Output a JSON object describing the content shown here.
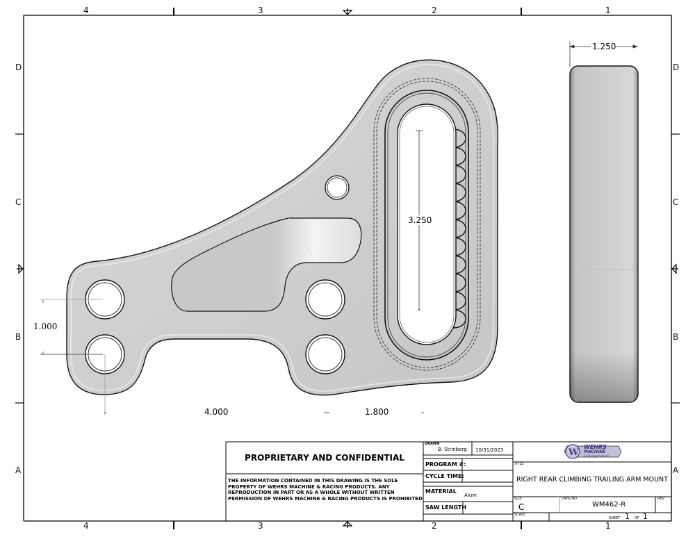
{
  "sheet": {
    "zones_top": [
      "4",
      "3",
      "2",
      "1"
    ],
    "zones_bottom": [
      "4",
      "3",
      "2",
      "1"
    ],
    "zones_left": [
      "D",
      "C",
      "B",
      "A"
    ],
    "zones_right": [
      "D",
      "C",
      "B",
      "A"
    ]
  },
  "views": {
    "front": {
      "dimensions": {
        "hole_spacing_vertical": "1.000",
        "horizontal_1": "4.000",
        "horizontal_2": "1.800",
        "slot_length": "3.250"
      }
    },
    "side": {
      "dimensions": {
        "thickness": "1.250"
      }
    }
  },
  "title_block": {
    "proprietary_heading": "PROPRIETARY AND CONFIDENTIAL",
    "proprietary_text": [
      "THE INFORMATION CONTAINED IN THIS DRAWING IS THE SOLE",
      "PROPERTY OF WEHRS MACHINE & RACING PRODUCTS. ANY",
      "REPRODUCTION IN PART OR AS A WHOLE WITHOUT WRITTEN",
      "PERMISSION OF WEHRS MACHINE & RACING PRODUCTS IS PROHIBITED"
    ],
    "drawn_label": "DRAWN",
    "drawn_by": "B. Strinberg",
    "drawn_date": "10/31/2023",
    "program_label": "PROGRAM #:",
    "program_value": "",
    "cycle_time_label": "CYCLE TIME:",
    "cycle_time_value": "",
    "material_label": "MATERIAL",
    "material_value": "Alum",
    "saw_length_label": "SAW LENGTH",
    "saw_length_value": "",
    "logo_text_line1": "WEHRS",
    "logo_text_line2": "MACHINE",
    "logo_text_line3": "& Racing Products",
    "title_label": "TITLE",
    "title_value": "RIGHT REAR CLIMBING TRAILING ARM MOUNT",
    "size_label": "SIZE",
    "size_value": "C",
    "dwg_no_label": "DWG NO",
    "dwg_no_value": "WM462-R",
    "rev_label": "REV",
    "rev_value": "",
    "scale_label": "SCALE",
    "scale_value": "",
    "sheet_label": "SHEET",
    "sheet_num": "1",
    "sheet_of_label": "OF",
    "sheet_total": "1"
  }
}
